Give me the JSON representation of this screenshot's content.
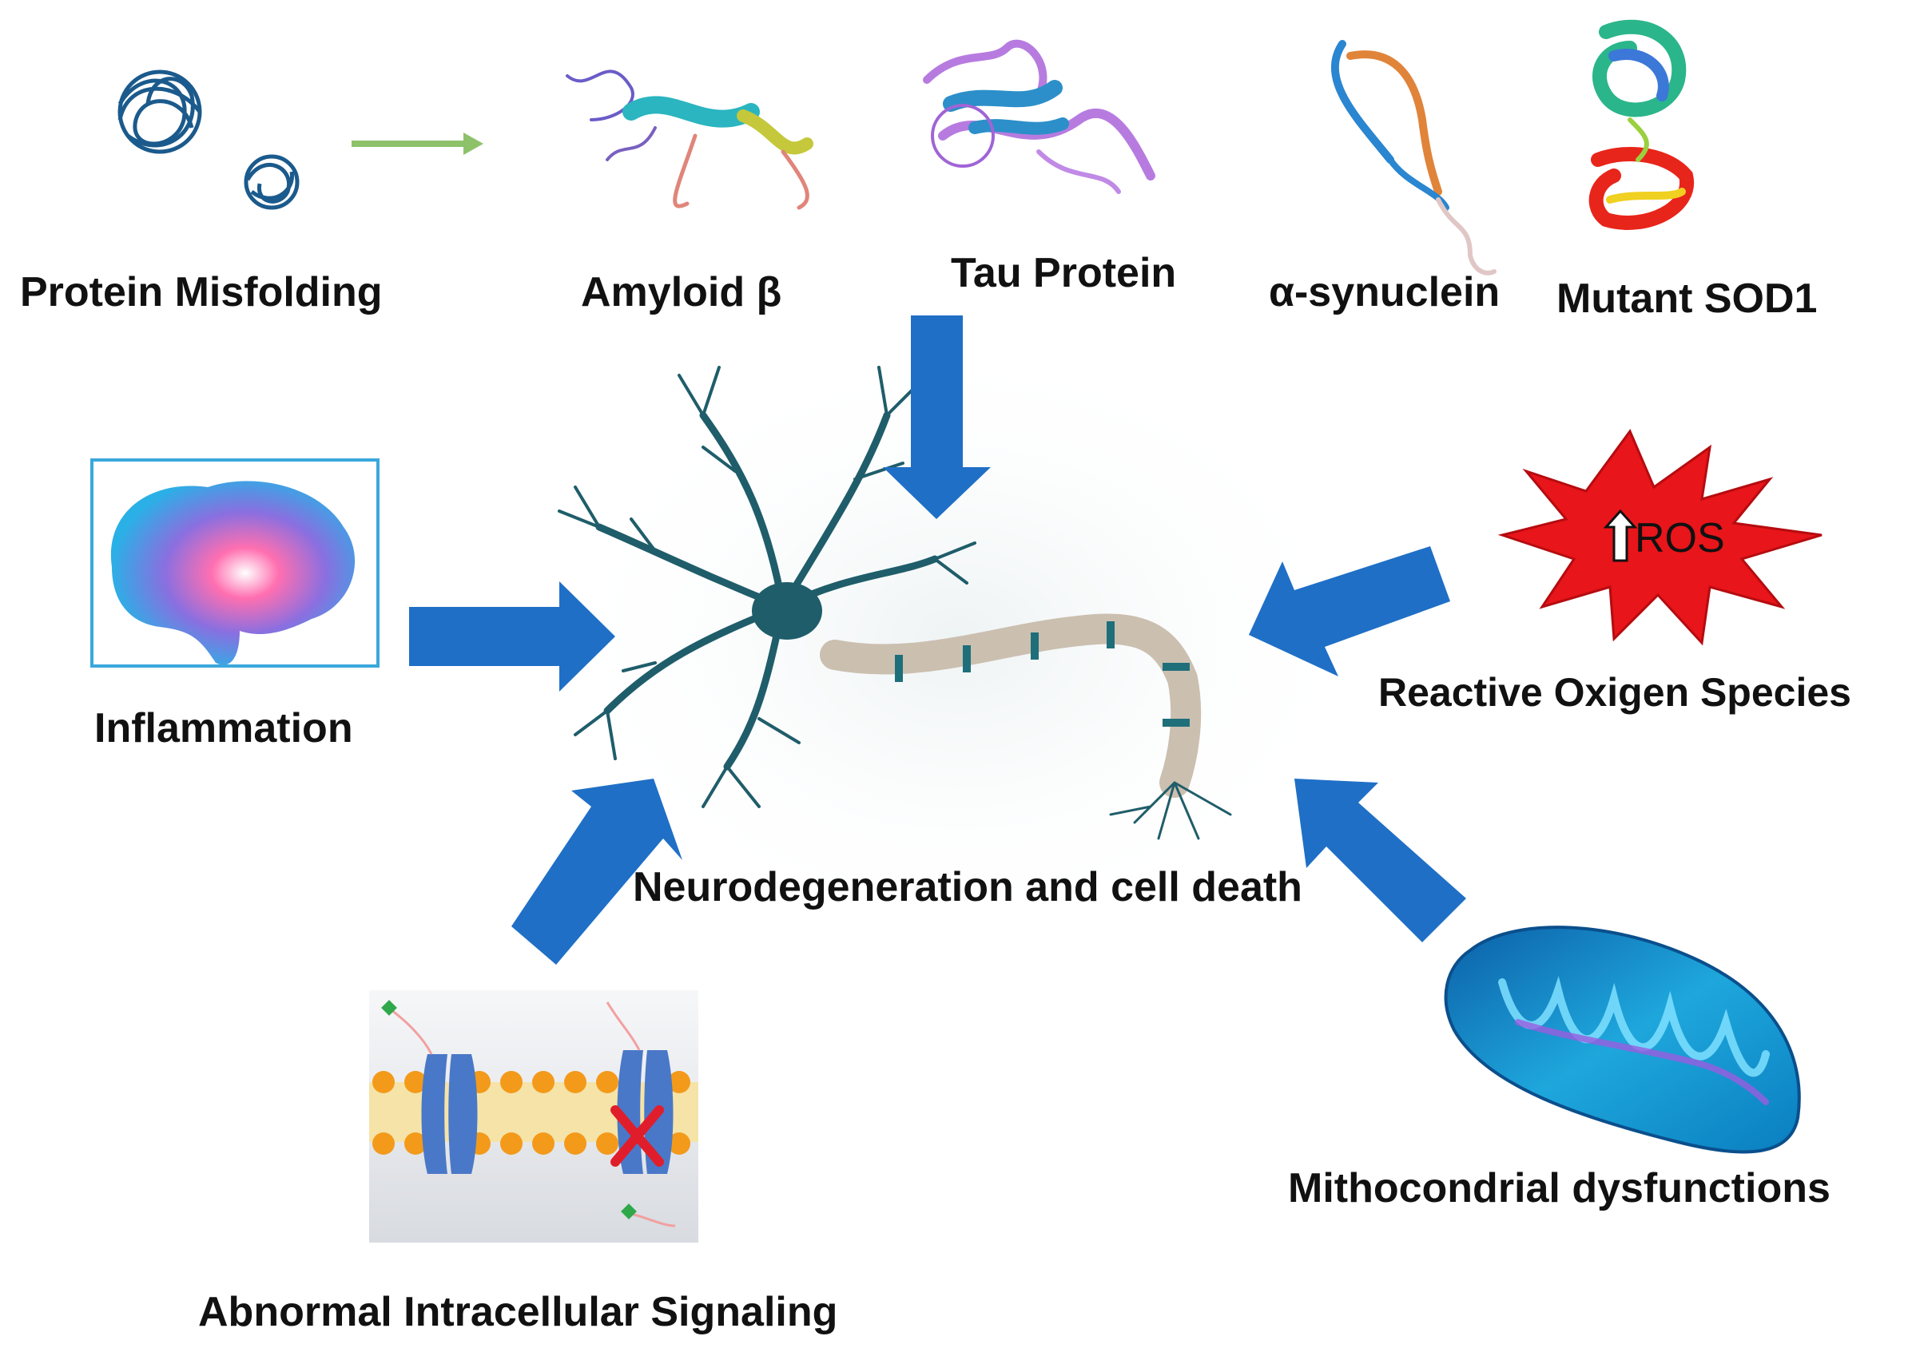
{
  "labels": {
    "protein_misfolding": "Protein Misfolding",
    "amyloid_beta": "Amyloid β",
    "tau_protein": "Tau Protein",
    "alpha_synuclein": "α-synuclein",
    "mutant_sod1": "Mutant SOD1",
    "inflammation": "Inflammation",
    "reactive_oxygen_species": "Reactive Oxigen Species",
    "ros_badge": "ROS",
    "neurodegeneration": "Neurodegeneration and cell death",
    "abnormal_signaling": "Abnormal Intracellular Signaling",
    "mitochondrial": "Mithocondrial dysfunctions"
  },
  "colors": {
    "arrow_blue": "#1f6fc6",
    "misfold_arrow": "#8dc26a",
    "neuron": "#1f5d6a",
    "axon": "#cbbfb0",
    "ros_burst": "#e8151a",
    "mito": "#1ea7dc",
    "lipid_head": "#f39a1b",
    "channel": "#4a78c8",
    "block_x": "#e01e2b"
  }
}
